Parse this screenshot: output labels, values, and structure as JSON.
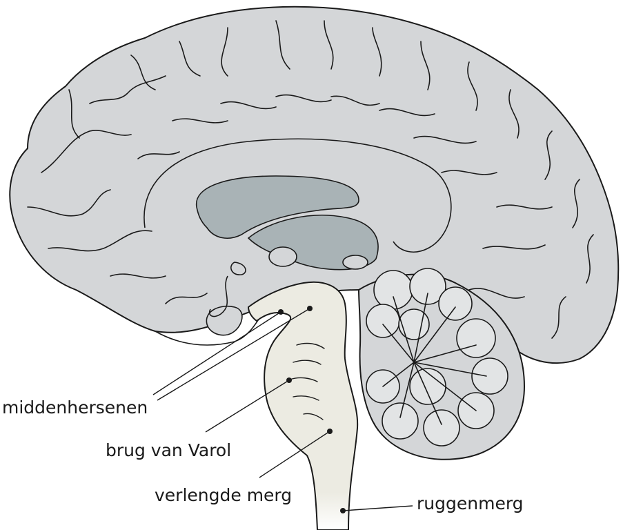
{
  "labels": {
    "midbrain": "middenhersenen",
    "pons": "brug van Varol",
    "medulla": "verlengde merg",
    "spinal_cord": "ruggenmerg"
  },
  "colors": {
    "cortex": "#d4d6d8",
    "ventricle": "#a9b3b6",
    "brainstem": "#ecebe2",
    "cerebellum_white": "#e2e4e5",
    "outline": "#1a1a1a",
    "background": "#ffffff"
  }
}
